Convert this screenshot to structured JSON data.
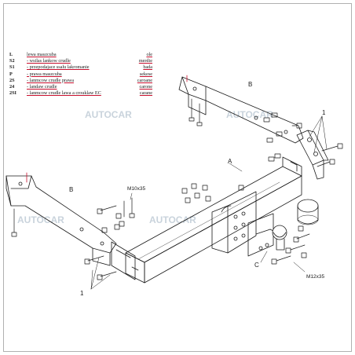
{
  "legend": [
    {
      "code": "L",
      "desc": "lewa maszcuba",
      "value": "ole"
    },
    {
      "code": "S2",
      "desc": "- wsilas lankow crudle",
      "value": "merdie"
    },
    {
      "code": "S1",
      "desc": "- przepodajace ssalu lakromanie",
      "value": "bada"
    },
    {
      "code": "P",
      "desc": "- prawa maszcuba",
      "value": "sekese"
    },
    {
      "code": "2S",
      "desc": "- lanmcow crudle prawa",
      "value": "caroane"
    },
    {
      "code": "24",
      "desc": "- landaw crudle",
      "value": "carone"
    },
    {
      "code": "2SI",
      "desc": "- lanmcow crudle lawa a crouklaw EC",
      "value": "carane"
    }
  ],
  "watermarks": [
    "AUTOCAR",
    "AUTOCAR",
    "AUTOCAR",
    "AUTOCAR"
  ],
  "labels": {
    "A": "A",
    "B_left": "B",
    "B_right": "B",
    "C": "C",
    "one_right": "1",
    "one_left": "1",
    "bolt_m10": "M10x35",
    "bolt_m12": "M12x35"
  },
  "colors": {
    "line": "#1a1a1a",
    "accent": "#c8102e",
    "watermark": "#c9d3dc"
  }
}
